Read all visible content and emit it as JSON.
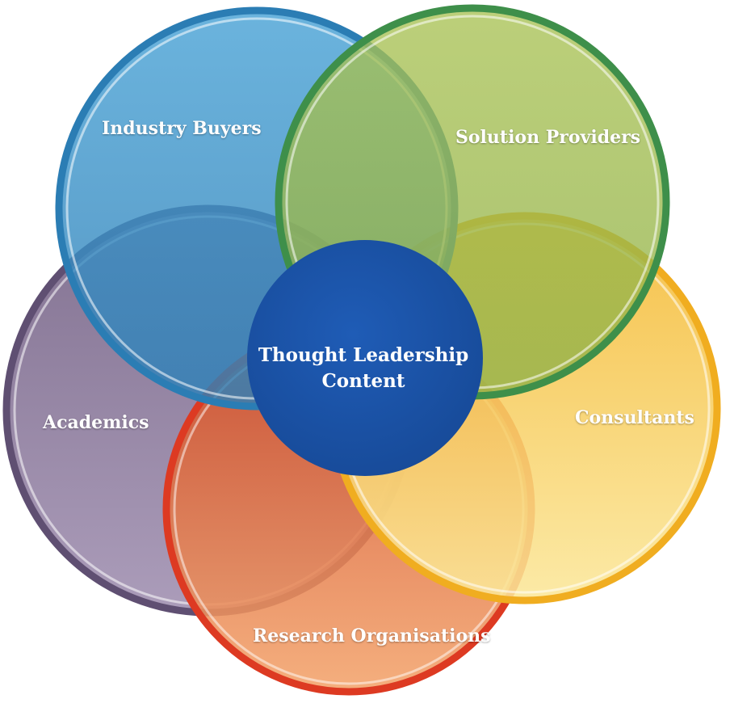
{
  "diagram": {
    "center": {
      "line1": "Thought Leadership",
      "line2": "Content",
      "color": "#1b52a8"
    },
    "circles": [
      {
        "id": "industry-buyers",
        "label": "Industry Buyers",
        "color": "#3d93c8",
        "edge": "#2b7db4"
      },
      {
        "id": "solution-providers",
        "label": "Solution Providers",
        "color": "#9cba4c",
        "edge": "#3e8f4a"
      },
      {
        "id": "consultants",
        "label": "Consultants",
        "color": "#f4c24c",
        "edge": "#f0ad20"
      },
      {
        "id": "academics",
        "label": "Academics",
        "color": "#857494",
        "edge": "#6a5a7c"
      },
      {
        "id": "research-organisations",
        "label": "Research Organisations",
        "color": "#ee8a4c",
        "edge": "#dd3a22"
      }
    ]
  }
}
